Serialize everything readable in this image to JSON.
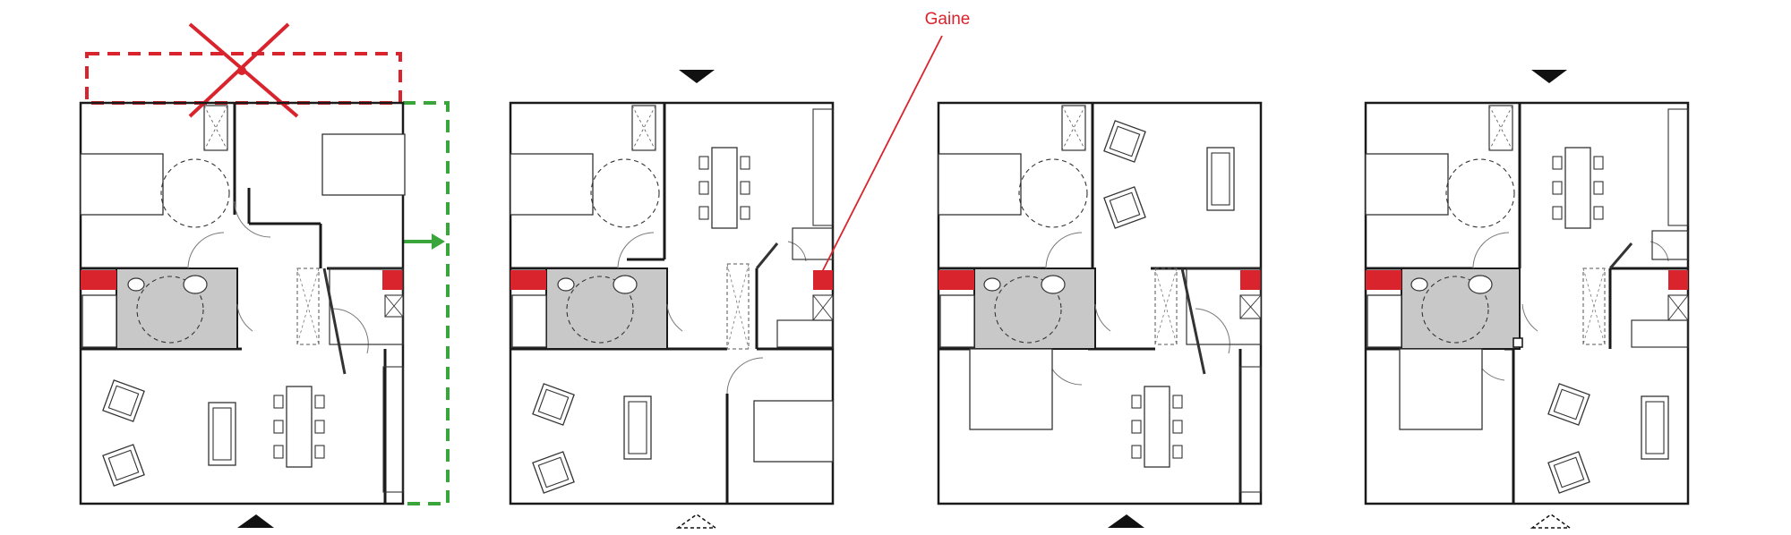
{
  "annotation": {
    "label": "Gaine"
  },
  "colors": {
    "accent_red": "#d9232d",
    "green": "#3aa53a",
    "wall": "#1a1a1a",
    "bathroom_grey": "#c8c8c8",
    "furniture_line": "#333333"
  },
  "plans": [
    {
      "id": 1,
      "removed_zone": true,
      "extension_arrow": true,
      "entrance_top": false,
      "entrance_bottom": "solid"
    },
    {
      "id": 2,
      "removed_zone": false,
      "extension_arrow": false,
      "entrance_top": true,
      "entrance_bottom": "dashed"
    },
    {
      "id": 3,
      "removed_zone": false,
      "extension_arrow": false,
      "entrance_top": false,
      "entrance_bottom": "solid"
    },
    {
      "id": 4,
      "removed_zone": false,
      "extension_arrow": false,
      "entrance_top": true,
      "entrance_bottom": "dashed"
    }
  ]
}
